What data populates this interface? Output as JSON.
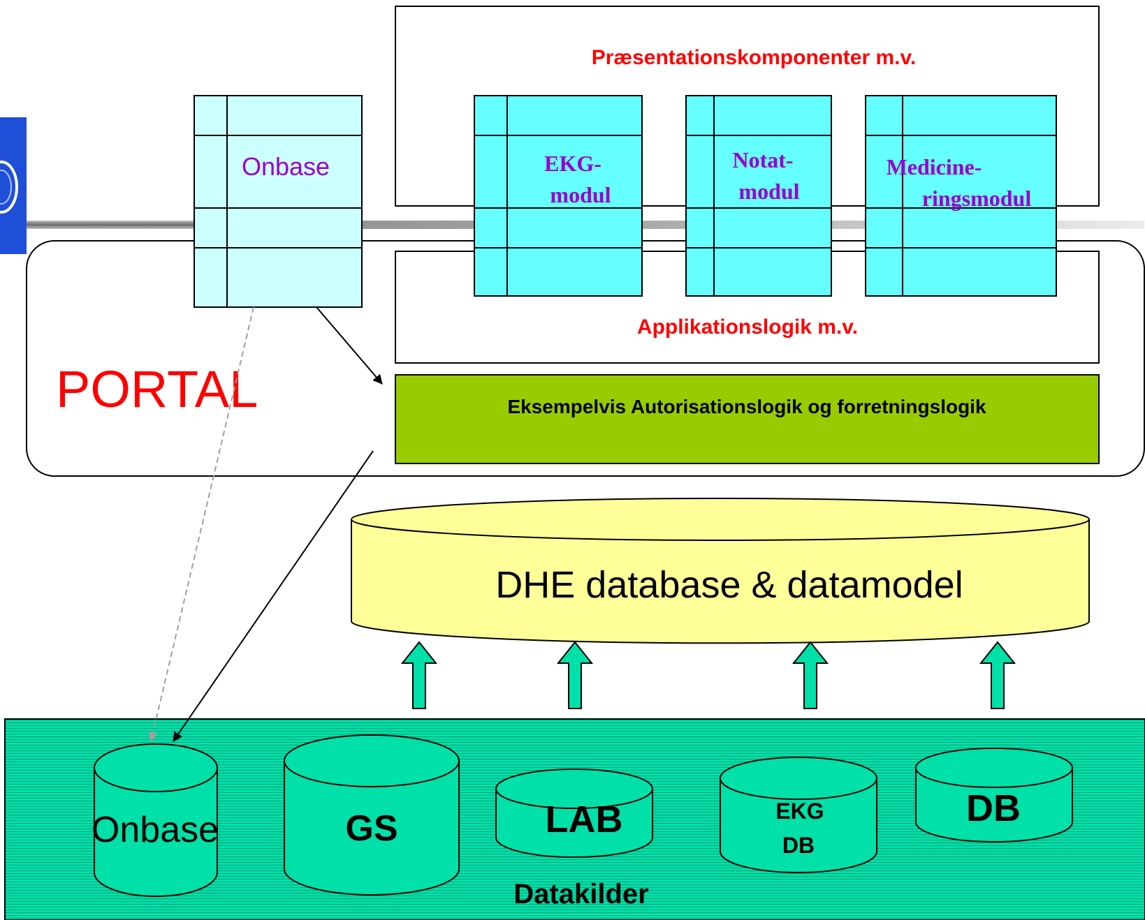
{
  "presentation": {
    "label": "Præsentationskomponenter m.v."
  },
  "application": {
    "label": "Applikationslogik m.v."
  },
  "portal": {
    "label": "PORTAL"
  },
  "authorization": {
    "label": "Eksempelvis Autorisationslogik og forretningslogik"
  },
  "onbase_module": {
    "label": "Onbase"
  },
  "modules": [
    {
      "line1": "EKG-",
      "line2": "modul"
    },
    {
      "line1": "Notat-",
      "line2": "modul"
    },
    {
      "line1": "Medicine-",
      "line2": "ringsmodul"
    }
  ],
  "dhe_db": {
    "label": "DHE database & datamodel"
  },
  "datasources": {
    "label": "Datakilder",
    "items": [
      {
        "line1": "Onbase"
      },
      {
        "line1": "GS"
      },
      {
        "line1": "LAB"
      },
      {
        "line1": "EKG",
        "line2": "DB"
      },
      {
        "line1": "DB"
      }
    ]
  },
  "colors": {
    "label_red": "#ff0000",
    "module_purple": "#9900cc",
    "module_fill": "#66ffff",
    "onbase_fill": "#ccffff",
    "auth_green": "#99cc00",
    "db_yellow": "#ffff99",
    "datasource_green": "#00e0a8",
    "logo_blue": "#1f4fd8"
  }
}
